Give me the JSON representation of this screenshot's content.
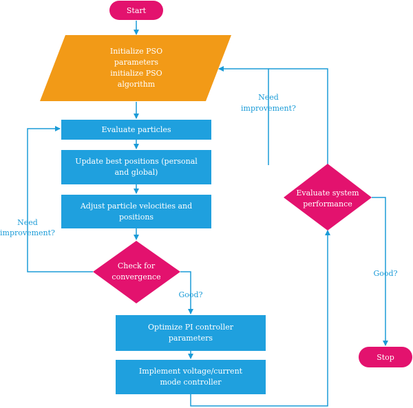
{
  "colors": {
    "terminal": "#e3126e",
    "io": "#f29a17",
    "process": "#1fa0de",
    "decision": "#e3126e",
    "connector": "#1a9bd7",
    "text": "#ffffff"
  },
  "nodes": {
    "start": "Start",
    "init": [
      "Initialize PSO",
      "parameters",
      "initialize PSO",
      "algorithm"
    ],
    "evaluate": "Evaluate particles",
    "update": [
      "Update best positions (personal",
      "and global)"
    ],
    "adjust": [
      "Adjust particle velocities and",
      "positions"
    ],
    "check": [
      "Check for",
      "convergence"
    ],
    "optimize": [
      "Optimize PI controller",
      "parameters"
    ],
    "implement": [
      "Implement voltage/current",
      "mode controller"
    ],
    "evalsys": [
      "Evaluate system",
      "performance"
    ],
    "stop": "Stop"
  },
  "edge_labels": {
    "left_need": [
      "Need",
      "improvement?"
    ],
    "good_1": "Good?",
    "right_need": [
      "Need",
      "improvement?"
    ],
    "good_2": "Good?"
  }
}
